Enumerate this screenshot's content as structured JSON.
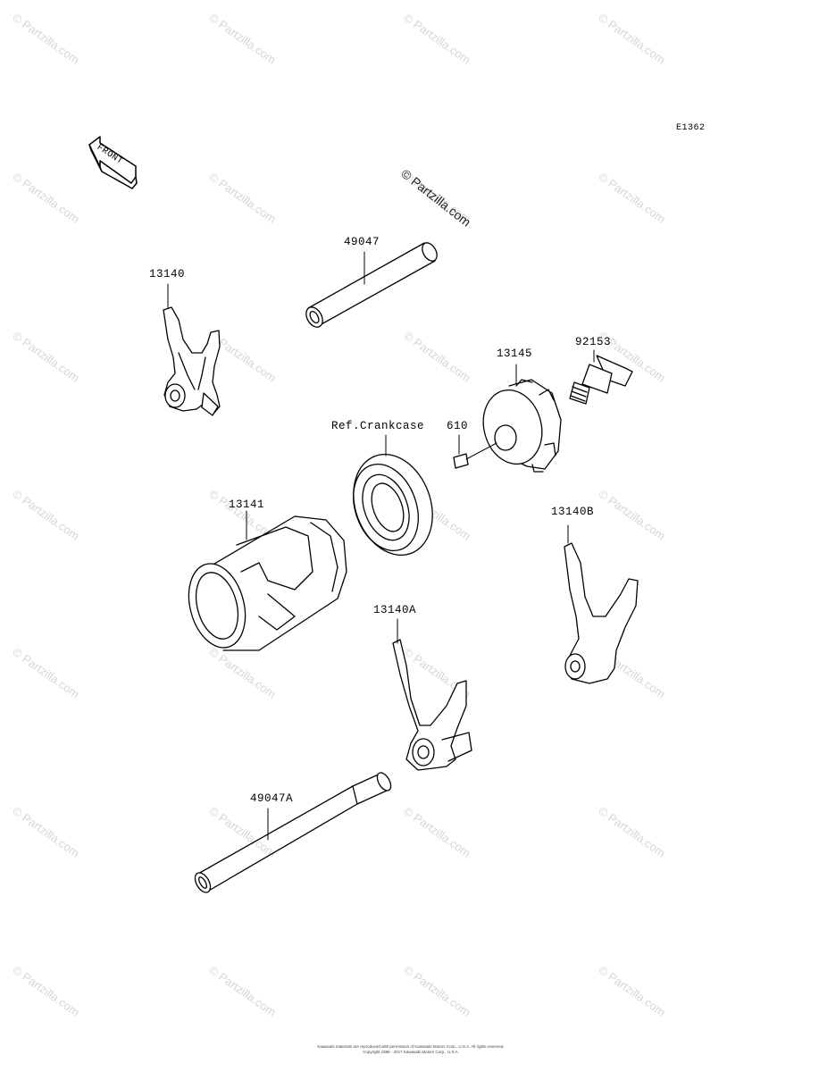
{
  "diagram": {
    "code": "E1362",
    "front_label": "FRONT",
    "watermark": "© Partzilla.com",
    "center_watermark": "© Partzilla.com",
    "parts": [
      {
        "id": "49047"
      },
      {
        "id": "13140"
      },
      {
        "id": "13145"
      },
      {
        "id": "92153"
      },
      {
        "id": "Ref.Crankcase"
      },
      {
        "id": "610"
      },
      {
        "id": "13141"
      },
      {
        "id": "13140B"
      },
      {
        "id": "13140A"
      },
      {
        "id": "49047A"
      }
    ],
    "footer_line1": "Kawasaki materials are reproduced with permission of Kawasaki Motors Corp., U.S.A. All rights reserved.",
    "footer_line2": "Copyright 1995 - 2017 Kawasaki Motors Corp., U.S.A."
  }
}
